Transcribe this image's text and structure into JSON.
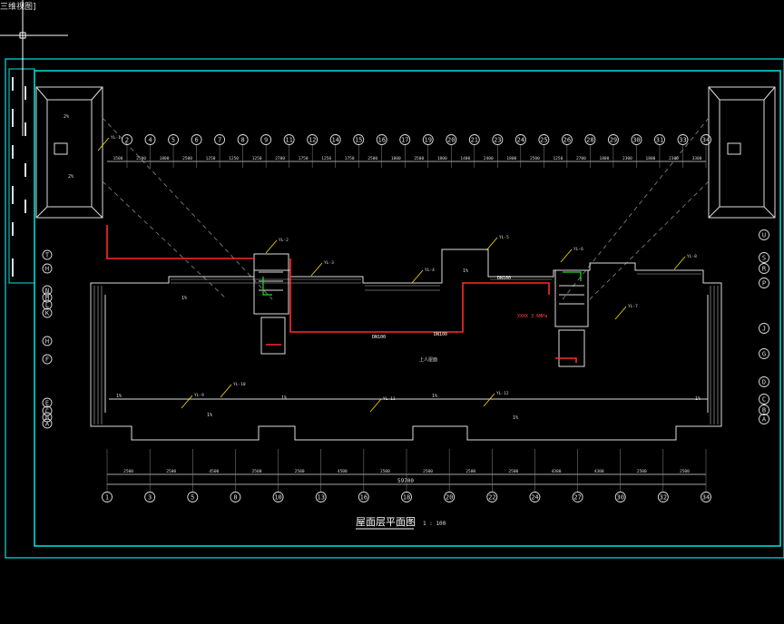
{
  "window": {
    "title_fragment": "三维视图]"
  },
  "drawing": {
    "title": "屋面层平面图",
    "scale": "1 : 100",
    "total_dimension": "59700",
    "top_axes": [
      "2",
      "4",
      "5",
      "6",
      "7",
      "8",
      "9",
      "11",
      "12",
      "14",
      "15",
      "16",
      "17",
      "19",
      "20",
      "21",
      "23",
      "24",
      "25",
      "26",
      "28",
      "29",
      "30",
      "31",
      "33",
      "34"
    ],
    "top_dims": [
      "1500",
      "2500",
      "1800",
      "2500",
      "1250",
      "1250",
      "1250",
      "2700",
      "1750",
      "1250",
      "1750",
      "2500",
      "1800",
      "2500",
      "1800",
      "1400",
      "2400",
      "1800",
      "2500",
      "1250",
      "2700",
      "1800",
      "2300",
      "1800",
      "2300",
      "3300"
    ],
    "bottom_axes": [
      "1",
      "3",
      "5",
      "8",
      "10",
      "13",
      "16",
      "18",
      "20",
      "22",
      "24",
      "27",
      "30",
      "32",
      "34"
    ],
    "bottom_dims": [
      "2500",
      "2500",
      "4500",
      "2500",
      "2500",
      "4500",
      "2500",
      "2500",
      "2500",
      "2500",
      "4300",
      "4300",
      "2500",
      "2500"
    ],
    "left_axes": [
      "T",
      "H",
      "N",
      "M",
      "L",
      "K",
      "H",
      "F",
      "E",
      "C",
      "B",
      "A"
    ],
    "right_axes": [
      "U",
      "S",
      "R",
      "P",
      "J",
      "G",
      "D",
      "C",
      "B",
      "A"
    ],
    "pipe_labels": [
      "DN100",
      "DN100",
      "DN100"
    ],
    "slope_labels": [
      "1%",
      "1%",
      "2%",
      "2%",
      "1%",
      "1%",
      "1%",
      "1%",
      "1%",
      "1%"
    ],
    "tags": [
      "YL-1",
      "YL-2",
      "YL-3",
      "YL-4",
      "YL-5",
      "YL-6",
      "YL-7",
      "YL-8",
      "YL-9",
      "YL-10",
      "YL-11",
      "YL-12"
    ],
    "note_top_left": "上人屋面",
    "note_right": "XXXX 3.6MPa"
  }
}
